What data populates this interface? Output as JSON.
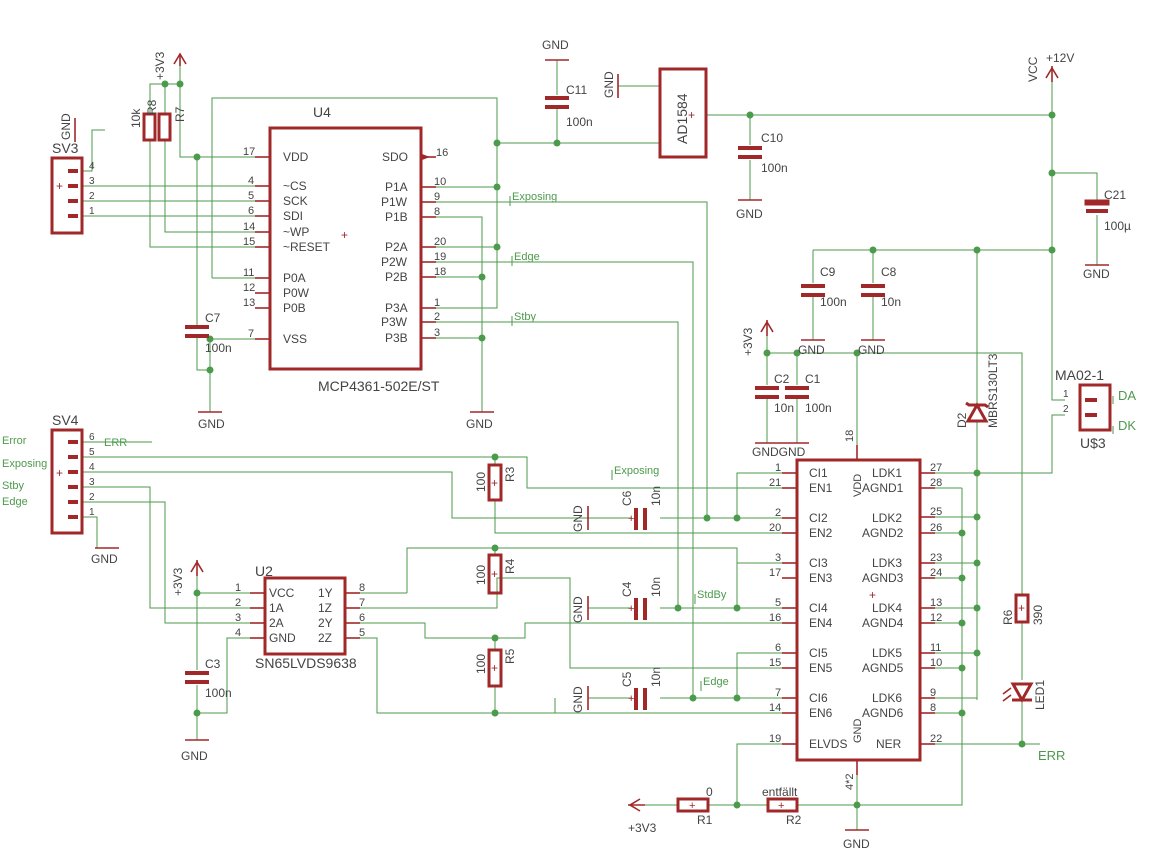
{
  "components": {
    "u4": {
      "ref": "U4",
      "value": "MCP4361-502E/ST"
    },
    "u2": {
      "ref": "U2",
      "value": "SN65LVDS9638"
    },
    "ad1584": {
      "value": "AD1584"
    },
    "sv3": {
      "ref": "SV3"
    },
    "sv4": {
      "ref": "SV4"
    },
    "ma02": {
      "ref": "MA02-1",
      "sub": "U$3"
    },
    "d2": {
      "ref": "D2",
      "value": "MBRS130LT3"
    },
    "led1": {
      "ref": "LED1"
    },
    "r1": {
      "ref": "R1",
      "value": "0"
    },
    "r2": {
      "ref": "R2",
      "value": "entfällt"
    },
    "r3": {
      "ref": "R3",
      "value": "100"
    },
    "r4": {
      "ref": "R4",
      "value": "100"
    },
    "r5": {
      "ref": "R5",
      "value": "100"
    },
    "r6": {
      "ref": "R6",
      "value": "390"
    },
    "r7": {
      "ref": "R7"
    },
    "r8": {
      "ref": "R8",
      "value": "10k"
    },
    "c1": {
      "ref": "C1",
      "value": "100n"
    },
    "c2": {
      "ref": "C2",
      "value": "10n"
    },
    "c3": {
      "ref": "C3",
      "value": "100n"
    },
    "c4": {
      "ref": "C4",
      "value": "10n"
    },
    "c5": {
      "ref": "C5",
      "value": "10n"
    },
    "c6": {
      "ref": "C6",
      "value": "10n"
    },
    "c7": {
      "ref": "C7",
      "value": "100n"
    },
    "c8": {
      "ref": "C8",
      "value": "10n"
    },
    "c9": {
      "ref": "C9",
      "value": "100n"
    },
    "c10": {
      "ref": "C10",
      "value": "100n"
    },
    "c11": {
      "ref": "C11",
      "value": "100n"
    },
    "c21": {
      "ref": "C21",
      "value": "100µ"
    }
  },
  "supplies": {
    "gnd": "GND",
    "v33": "+3V3",
    "v12": "+12V",
    "vcc": "VCC",
    "gndgnd": "GNDGND",
    "v33_label": "+3V3"
  },
  "nets": {
    "exposing": "Exposing",
    "edge": "Edge",
    "stby": "Stby",
    "stdby": "StdBy",
    "error": "Error",
    "err": "ERR",
    "da": "DA",
    "dk": "DK"
  },
  "u4_pins": {
    "left": [
      {
        "num": "17",
        "name": "VDD"
      },
      {
        "num": "4",
        "name": "~CS"
      },
      {
        "num": "5",
        "name": "SCK"
      },
      {
        "num": "6",
        "name": "SDI"
      },
      {
        "num": "14",
        "name": "~WP"
      },
      {
        "num": "15",
        "name": "~RESET"
      },
      {
        "num": "11",
        "name": "P0A"
      },
      {
        "num": "12",
        "name": "P0W"
      },
      {
        "num": "13",
        "name": "P0B"
      },
      {
        "num": "7",
        "name": "VSS"
      }
    ],
    "right": [
      {
        "num": "16",
        "name": "SDO"
      },
      {
        "num": "10",
        "name": "P1A"
      },
      {
        "num": "9",
        "name": "P1W"
      },
      {
        "num": "8",
        "name": "P1B"
      },
      {
        "num": "20",
        "name": "P2A"
      },
      {
        "num": "19",
        "name": "P2W"
      },
      {
        "num": "18",
        "name": "P2B"
      },
      {
        "num": "1",
        "name": "P3A"
      },
      {
        "num": "2",
        "name": "P3W"
      },
      {
        "num": "3",
        "name": "P3B"
      }
    ]
  },
  "u2_pins": {
    "left": [
      {
        "num": "1",
        "name": "VCC"
      },
      {
        "num": "2",
        "name": "1A"
      },
      {
        "num": "3",
        "name": "2A"
      },
      {
        "num": "4",
        "name": "GND"
      }
    ],
    "right": [
      {
        "num": "8",
        "name": "1Y"
      },
      {
        "num": "7",
        "name": "1Z"
      },
      {
        "num": "6",
        "name": "2Y"
      },
      {
        "num": "5",
        "name": "2Z"
      }
    ]
  },
  "drv_pins": {
    "left": [
      {
        "num": "1",
        "name": "CI1"
      },
      {
        "num": "21",
        "name": "EN1"
      },
      {
        "num": "2",
        "name": "CI2"
      },
      {
        "num": "20",
        "name": "EN2"
      },
      {
        "num": "3",
        "name": "CI3"
      },
      {
        "num": "17",
        "name": "EN3"
      },
      {
        "num": "5",
        "name": "CI4"
      },
      {
        "num": "16",
        "name": "EN4"
      },
      {
        "num": "6",
        "name": "CI5"
      },
      {
        "num": "15",
        "name": "EN5"
      },
      {
        "num": "7",
        "name": "CI6"
      },
      {
        "num": "14",
        "name": "EN6"
      },
      {
        "num": "19",
        "name": "ELVDS"
      }
    ],
    "right": [
      {
        "num": "27",
        "name": "LDK1"
      },
      {
        "num": "28",
        "name": "AGND1"
      },
      {
        "num": "25",
        "name": "LDK2"
      },
      {
        "num": "26",
        "name": "AGND2"
      },
      {
        "num": "23",
        "name": "LDK3"
      },
      {
        "num": "24",
        "name": "AGND3"
      },
      {
        "num": "13",
        "name": "LDK4"
      },
      {
        "num": "12",
        "name": "AGND4"
      },
      {
        "num": "11",
        "name": "LDK5"
      },
      {
        "num": "10",
        "name": "AGND5"
      },
      {
        "num": "9",
        "name": "LDK6"
      },
      {
        "num": "8",
        "name": "AGND6"
      },
      {
        "num": "22",
        "name": "NER"
      }
    ],
    "top": {
      "num": "18",
      "name": "VDD"
    },
    "bottom": {
      "num": "4*2",
      "name": "GND"
    }
  },
  "sv3_pins": [
    "4",
    "3",
    "2",
    "1"
  ],
  "sv4_pins": [
    "6",
    "5",
    "4",
    "3",
    "2",
    "1"
  ],
  "ma02_pins": [
    "1",
    "2"
  ]
}
